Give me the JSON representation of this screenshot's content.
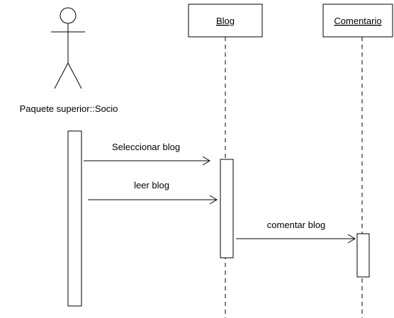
{
  "diagram": {
    "type": "sequence",
    "actor": {
      "label": "Paquete superior::Socio"
    },
    "lifelines": [
      {
        "label": "Blog"
      },
      {
        "label": "Comentario"
      }
    ],
    "messages": [
      {
        "label": "Seleccionar blog",
        "from": "Paquete superior::Socio",
        "to": "Blog"
      },
      {
        "label": "leer blog",
        "from": "Paquete superior::Socio",
        "to": "Blog"
      },
      {
        "label": "comentar blog",
        "from": "Blog",
        "to": "Comentario"
      }
    ],
    "colors": {
      "line": "#000000",
      "background": "#ffffff"
    }
  }
}
